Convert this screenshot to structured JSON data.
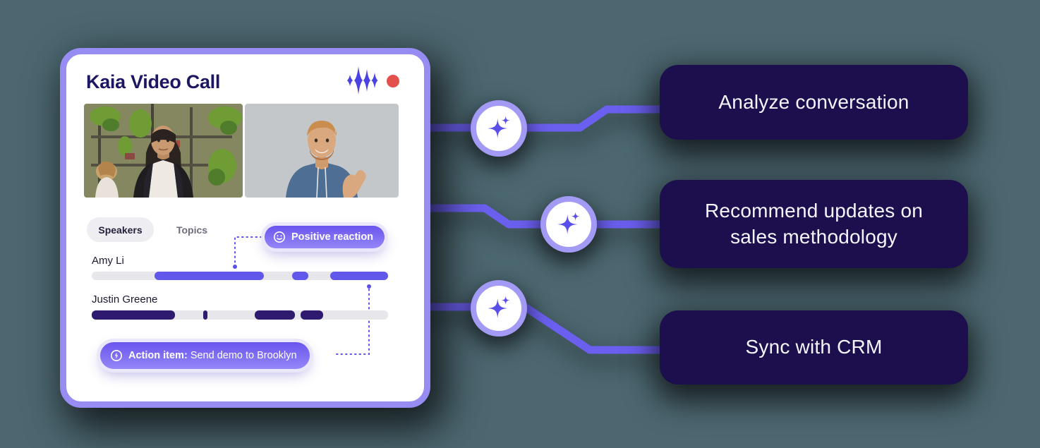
{
  "background_color": "#4C6770",
  "colors": {
    "card_border": "#968CF1",
    "connector": "#6B5FEF",
    "node_ring": "#A29AF4",
    "sparkle": "#5B4FE9",
    "output_badge_bg": "#1D0F4E",
    "pill_gradient_top": "#6A55EE",
    "pill_gradient_bottom": "#9487F7",
    "recording_dot": "#E4504B",
    "title_text": "#1D1663",
    "track_gray": "#E7E6EA"
  },
  "card": {
    "title": "Kaia Video Call",
    "icons": {
      "waveform": "audio-waveform-icon",
      "recording": "recording-dot"
    },
    "tabs": [
      {
        "label": "Speakers",
        "active": true
      },
      {
        "label": "Topics",
        "active": false
      }
    ],
    "positive_reaction": {
      "icon": "smiley-icon",
      "label": "Positive reaction"
    },
    "action_item": {
      "icon": "bolt-circle-icon",
      "prefix": "Action item:",
      "text": "Send demo to Brooklyn"
    },
    "speakers": [
      {
        "name": "Amy Li",
        "color": "#6157EA",
        "segments_pct": [
          [
            21.2,
            58
          ],
          [
            67.5,
            73
          ],
          [
            80.5,
            100
          ]
        ]
      },
      {
        "name": "Justin Greene",
        "color": "#2E1B6F",
        "segments_pct": [
          [
            0,
            28
          ],
          [
            37.5,
            39
          ],
          [
            55,
            68.5
          ],
          [
            70.5,
            78
          ]
        ]
      }
    ]
  },
  "flow_nodes": [
    {
      "icon": "sparkle-icon"
    },
    {
      "icon": "sparkle-icon"
    },
    {
      "icon": "sparkle-icon"
    }
  ],
  "outputs": [
    {
      "label": "Analyze conversation"
    },
    {
      "label": "Recommend updates on sales methodology"
    },
    {
      "label": "Sync with CRM"
    }
  ]
}
